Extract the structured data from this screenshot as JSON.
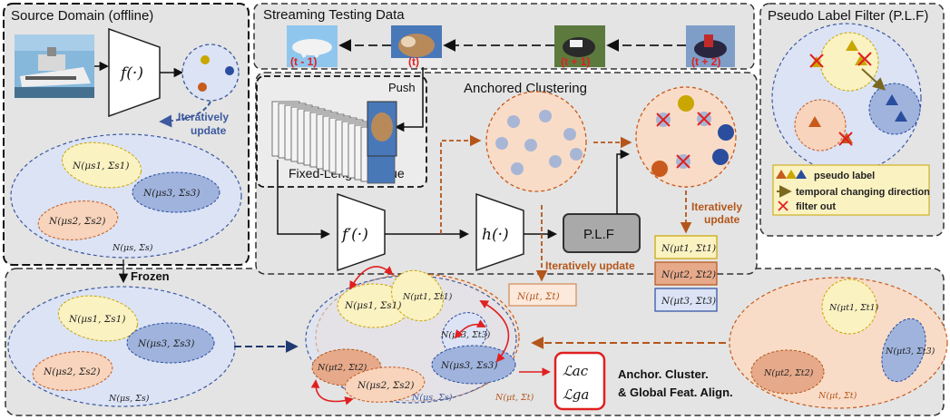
{
  "titles": {
    "source": "Source Domain (offline)",
    "streaming": "Streaming Testing Data",
    "plf_panel": "Pseudo Label Filter (P.L.F)",
    "anchored": "Anchored Clustering",
    "queue": "Fixed-Length Queue",
    "push": "Push",
    "frozen": "Frozen"
  },
  "frames": [
    "(t - 1)",
    "(t)",
    "(t + 1)",
    "(t + 2)"
  ],
  "functions": {
    "f": "f(·)",
    "fprime": "f′(·)",
    "h": "h(·)",
    "plf": "P.L.F"
  },
  "labels": {
    "iter_blue_1": "Iteratively",
    "iter_blue_2": "update",
    "iter_orange_1": "Iteratively",
    "iter_orange_2": "update",
    "iter_orange_inline": "Iteratively update"
  },
  "gaussians": {
    "s1": "N(μs1, Σs1)",
    "s2": "N(μs2, Σs2)",
    "s3": "N(μs3, Σs3)",
    "s": "N(μs, Σs)",
    "t1": "N(μt1, Σt1)",
    "t2": "N(μt2, Σt2)",
    "t3": "N(μt3, Σt3)",
    "t": "N(μt, Σt)"
  },
  "legend": {
    "pseudo": "pseudo label",
    "direction": "temporal changing direction",
    "filter": "filter out"
  },
  "losses": {
    "ac": "ℒac",
    "ga": "ℒga"
  },
  "caption": {
    "line1": "Anchor. Cluster.",
    "line2": "& Global Feat. Align."
  },
  "colors": {
    "panel_bg": "#e4e4e4",
    "blue_fill": "#dbe3f5",
    "blue_dark": "#9fb3dd",
    "yellow_fill": "#fbf2c2",
    "orange_fill": "#f8d4bc",
    "orange_dark": "#e6a98a",
    "peach_fill": "#f9dcc7",
    "arrow_orange": "#b4561b",
    "arrow_navy": "#1f3a70",
    "red": "#e02020"
  }
}
